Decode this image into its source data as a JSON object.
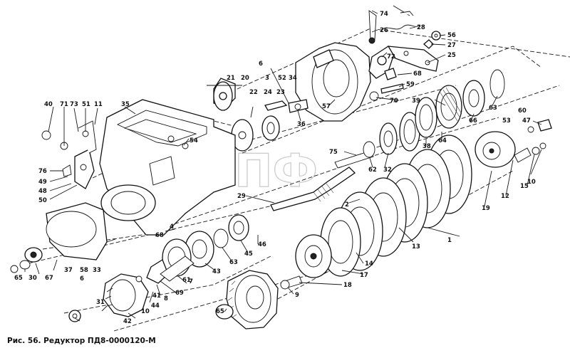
{
  "caption": "Рис. 56. Редуктор ПД8-0000120-М",
  "watermark": "ЭПФ",
  "labels": {
    "l74": "74",
    "l26": "26",
    "l28": "28",
    "l56": "56",
    "l27": "27",
    "l25": "25",
    "l72": "72",
    "l6": "6",
    "l21": "21",
    "l20": "20",
    "l3": "3",
    "l52": "52",
    "l34": "34",
    "l68a": "68",
    "l59": "59",
    "l22": "22",
    "l24": "24",
    "l23": "23",
    "l70": "70",
    "l57": "57",
    "l36": "36",
    "l39": "39",
    "l66": "66",
    "l63": "63",
    "l60": "60",
    "l53": "53",
    "l47": "47",
    "l40": "40",
    "l71": "71",
    "l73": "73",
    "l51": "51",
    "l11": "11",
    "l35": "35",
    "l54": "54",
    "l64": "64",
    "l38": "38",
    "l75": "75",
    "l62": "62",
    "l32": "32",
    "l76": "76",
    "l49": "49",
    "l48": "48",
    "l50": "50",
    "l29": "29",
    "l2": "2",
    "l13": "13",
    "l12": "12",
    "l15": "15",
    "l10a": "10",
    "l19": "19",
    "l68b": "68",
    "l4": "4",
    "l46": "46",
    "l45": "45",
    "l63b": "63",
    "l1": "1",
    "l37": "37",
    "l58": "58",
    "l33": "33",
    "l6b": "6",
    "l43": "43",
    "l61": "61",
    "l14": "14",
    "l17": "17",
    "l18": "18",
    "l9": "9",
    "l65a": "65",
    "l30": "30",
    "l67": "67",
    "l41": "41",
    "l8": "8",
    "l69": "69",
    "l44": "44",
    "l7": "7",
    "l31": "31",
    "l10b": "10",
    "l42": "42",
    "l65b": "65"
  }
}
